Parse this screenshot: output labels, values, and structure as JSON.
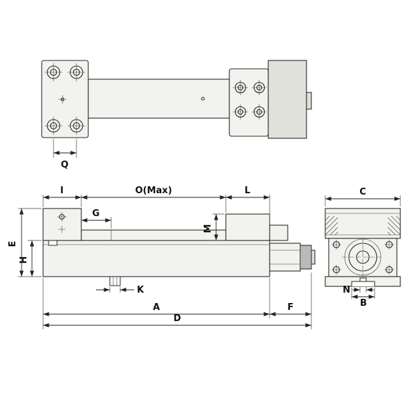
{
  "labels": {
    "q": "Q",
    "i": "I",
    "o_max": "O(Max)",
    "l": "L",
    "g": "G",
    "m": "M",
    "e": "E",
    "h": "H",
    "k": "K",
    "a": "A",
    "f": "F",
    "d": "D",
    "c": "C",
    "n": "N",
    "b": "B"
  },
  "colors": {
    "line": "#2a2a2a",
    "dimension_line": "#222222",
    "fill_body": "#f2f2ee",
    "fill_shaded": "#e1e1db",
    "background": "#ffffff"
  }
}
